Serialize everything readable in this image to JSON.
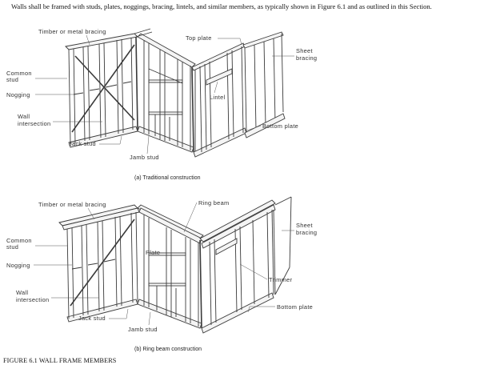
{
  "intro_text": "Walls shall be framed with studs, plates, noggings, bracing, lintels, and similar members, as typically shown in Figure 6.1 and as outlined in this Section.",
  "figure_caption": "FIGURE 6.1 WALL FRAME MEMBERS",
  "panel_a": {
    "caption": "(a)  Traditional construction",
    "labels": {
      "bracing": "Timber or metal bracing",
      "common_stud_1": "Common",
      "common_stud_2": "stud",
      "nogging": "Nogging",
      "wall_intersection_1": "Wall",
      "wall_intersection_2": "intersection",
      "jack_stud": "Jack stud",
      "jamb_stud": "Jamb stud",
      "top_plate": "Top plate",
      "sheet_bracing_1": "Sheet",
      "sheet_bracing_2": "bracing",
      "lintel": "Lintel",
      "bottom_plate": "Bottom plate"
    }
  },
  "panel_b": {
    "caption": "(b)  Ring beam construction",
    "labels": {
      "bracing": "Timber or metal bracing",
      "common_stud_1": "Common",
      "common_stud_2": "stud",
      "nogging": "Nogging",
      "wall_intersection_1": "Wall",
      "wall_intersection_2": "intersection",
      "jack_stud": "Jack stud",
      "jamb_stud": "Jamb stud",
      "ring_beam": "Ring beam",
      "plate": "Plate",
      "sheet_bracing_1": "Sheet",
      "sheet_bracing_2": "bracing",
      "trimmer": "Trimmer",
      "bottom_plate": "Bottom plate"
    }
  }
}
